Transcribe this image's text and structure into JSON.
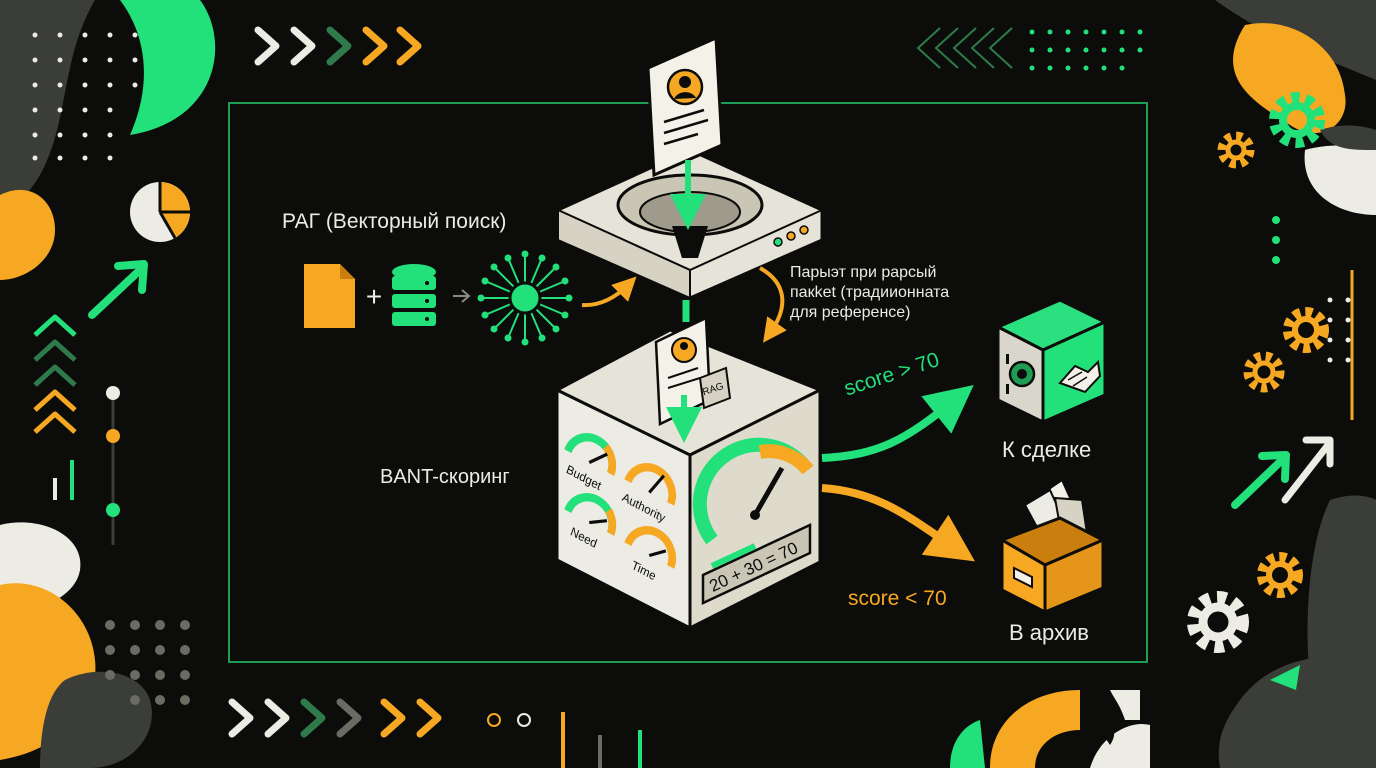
{
  "rag": {
    "title": "РАГ (Векторный поиск)",
    "plus": "+"
  },
  "parser_note": {
    "line1": "Парыэт при рарсый",
    "line2": "пакket (традиионната",
    "line3": "для референсе)"
  },
  "bant": {
    "label": "BANT-скоринг",
    "gauges": [
      "Budget",
      "Authority",
      "Need",
      "Time"
    ],
    "formula": "20 + 30 = 70",
    "rag_tag": "RAG"
  },
  "outcomes": {
    "high_score": "score > 70",
    "deal_label": "К сделке",
    "low_score": "score < 70",
    "archive_label": "В архив"
  },
  "colors": {
    "background": "#0c0c0b",
    "green": "#22e07a",
    "orange": "#f7a823",
    "cream": "#ecebe4",
    "frame": "#1f9d55"
  }
}
